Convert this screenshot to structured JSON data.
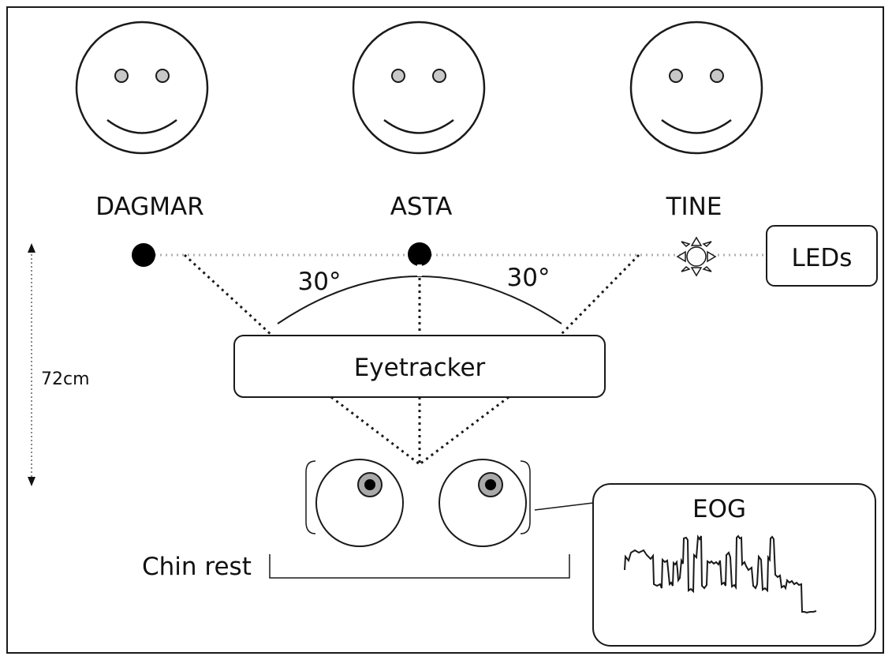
{
  "faces": [
    {
      "name": "DAGMAR"
    },
    {
      "name": "ASTA"
    },
    {
      "name": "TINE"
    }
  ],
  "angles": {
    "left": "30°",
    "right": "30°"
  },
  "boxes": {
    "leds": "LEDs",
    "eyetracker": "Eyetracker",
    "eog": "EOG"
  },
  "labels": {
    "distance": "72cm",
    "chin_rest": "Chin rest"
  },
  "colors": {
    "stroke": "#1a1a1a",
    "pupil_gray": "#a9a9a9",
    "dotted_line": "#b0b0b0"
  }
}
